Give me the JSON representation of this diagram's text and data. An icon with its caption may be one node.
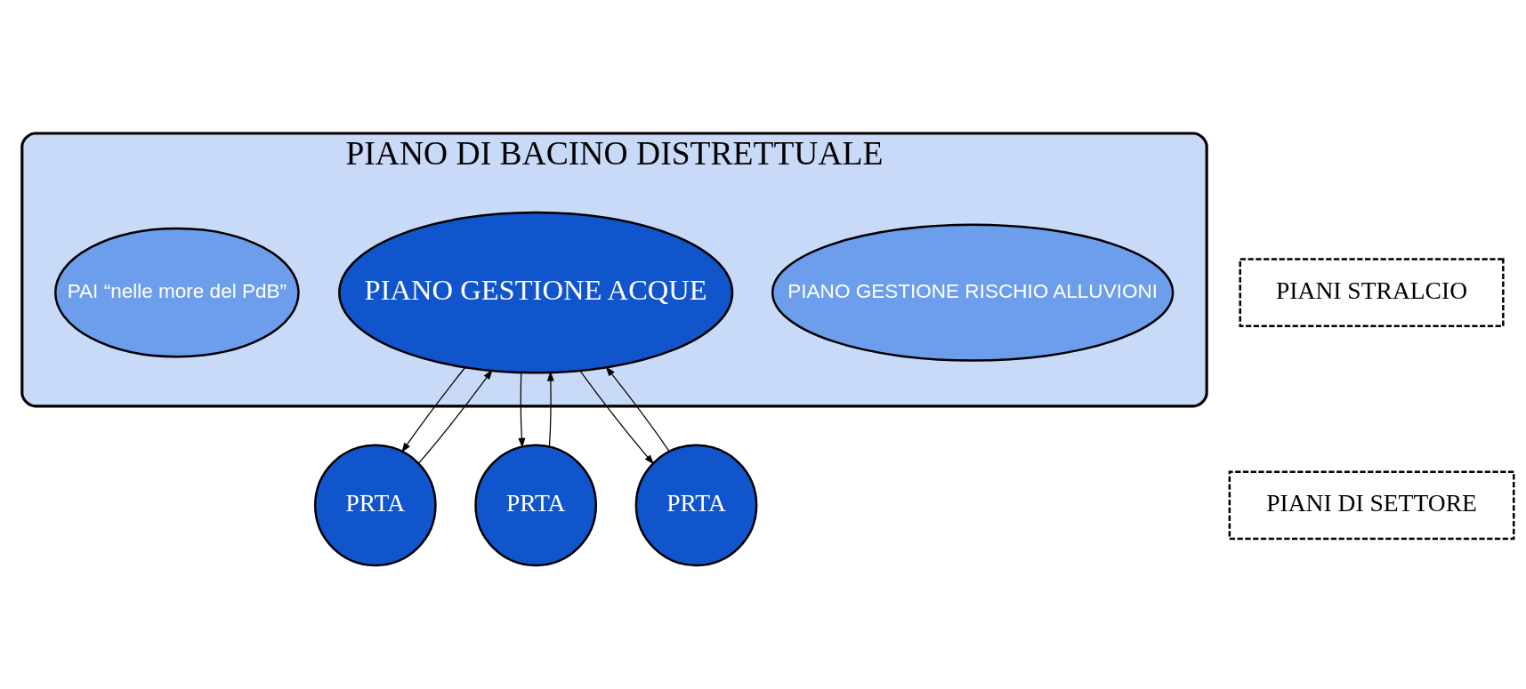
{
  "diagram": {
    "nodes": [
      {
        "text": [
          "PIANO DI BACINO DISTRETTUALE"
        ]
      },
      {
        "text": [
          "PIANO GESTIONE RISCHIO ALLUVIONI"
        ],
        "in": 0
      },
      {
        "text": [
          "PIANO GESTIONE ACQUE"
        ],
        "in": 0
      },
      {
        "text": [
          "PAI “nelle more del PdB”"
        ],
        "in": 0
      },
      {
        "text": [
          "PIANI STRALCIO"
        ]
      },
      {
        "text": [
          "PIANI DI SETTORE"
        ]
      },
      {
        "text": [
          "PRTA"
        ]
      },
      {
        "text": [
          "PRTA"
        ]
      },
      {
        "text": [
          "PRTA"
        ]
      }
    ],
    "edges": [
      {
        "from": 2,
        "to": 6,
        "arrow": "to"
      },
      {
        "from": 6,
        "to": 2,
        "arrow": "to"
      },
      {
        "from": 2,
        "to": 7,
        "arrow": "to"
      },
      {
        "from": 7,
        "to": 2,
        "arrow": "to"
      },
      {
        "from": 2,
        "to": 8,
        "arrow": "to"
      },
      {
        "from": 8,
        "to": 2,
        "arrow": "to"
      }
    ]
  }
}
